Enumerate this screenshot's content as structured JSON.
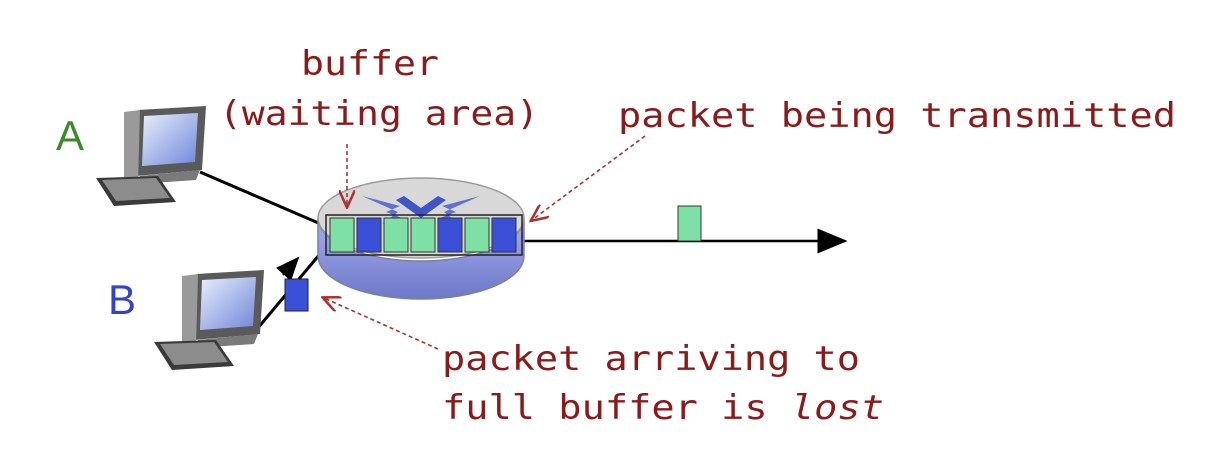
{
  "labels": {
    "host_a": "A",
    "host_b": "B",
    "buffer_line1": "buffer",
    "buffer_line2": "(waiting area)",
    "transmitted": "packet being transmitted",
    "lost_line1": "packet arriving to",
    "lost_line2_prefix": "full buffer is ",
    "lost_line2_italic": "lost"
  },
  "buffer_packets": [
    "green",
    "blue",
    "green",
    "green",
    "blue",
    "green",
    "blue"
  ],
  "colors": {
    "label_text": "#8b1a1a",
    "host_a": "#3d8a2a",
    "host_b": "#3344cc",
    "packet_green": "#7fe0a6",
    "packet_blue": "#3a50d8",
    "router_top": "#d8d8d8",
    "router_side": "#8f97e0",
    "link": "#000000"
  },
  "icons": {
    "host_a": "desktop-computer-icon",
    "host_b": "desktop-computer-icon",
    "router": "router-icon"
  }
}
